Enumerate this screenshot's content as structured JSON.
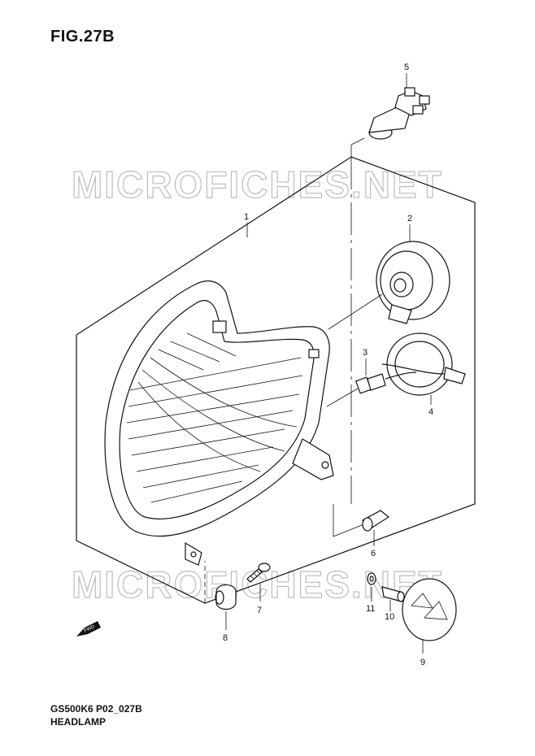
{
  "figure": {
    "title": "FIG.27B"
  },
  "footer": {
    "code": "GS500K6 P02_027B",
    "name": "HEADLAMP"
  },
  "watermark": {
    "text": "MICROFICHES.NET"
  },
  "fwd_badge": {
    "text": "FWD"
  },
  "callouts": [
    {
      "id": "1",
      "part": "headlamp-housing"
    },
    {
      "id": "2",
      "part": "bulb-socket"
    },
    {
      "id": "3",
      "part": "position-bulb-socket"
    },
    {
      "id": "4",
      "part": "socket-cover"
    },
    {
      "id": "5",
      "part": "headlamp-bulb"
    },
    {
      "id": "6",
      "part": "position-bulb"
    },
    {
      "id": "7",
      "part": "screw"
    },
    {
      "id": "8",
      "part": "cushion"
    },
    {
      "id": "9",
      "part": "reflector"
    },
    {
      "id": "10",
      "part": "bolt"
    },
    {
      "id": "11",
      "part": "washer"
    }
  ],
  "colors": {
    "line": "#111111",
    "watermark": "#bdbdbd",
    "background": "#ffffff"
  }
}
